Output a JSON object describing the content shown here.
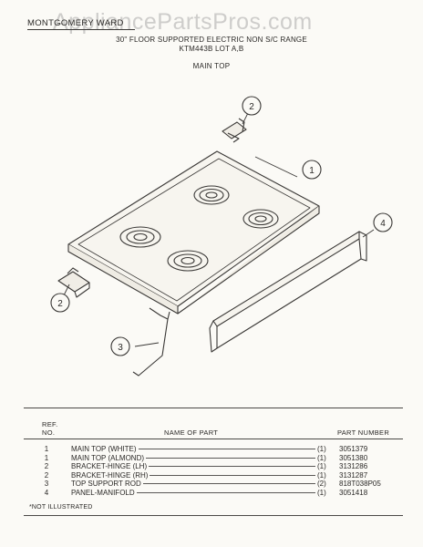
{
  "watermark": "AppliancePartsPros.com",
  "header": {
    "brand": "MONTGOMERY WARD",
    "title_line1": "30\" FLOOR SUPPORTED ELECTRIC NON S/C RANGE",
    "title_line2": "KTM443B LOT A,B",
    "section": "MAIN TOP"
  },
  "diagram": {
    "callouts": [
      "1",
      "2",
      "2",
      "3",
      "4"
    ]
  },
  "parts_table": {
    "ref_header_line1": "REF.",
    "ref_header_line2": "NO.",
    "name_header": "NAME OF PART",
    "part_header": "PART NUMBER",
    "rows": [
      {
        "ref": "1",
        "name": "MAIN TOP (WHITE)",
        "qty": "(1)",
        "part": "3051379"
      },
      {
        "ref": "1",
        "name": "MAIN TOP (ALMOND)",
        "qty": "(1)",
        "part": "3051380"
      },
      {
        "ref": "2",
        "name": "BRACKET-HINGE (LH)",
        "qty": "(1)",
        "part": "3131286"
      },
      {
        "ref": "2",
        "name": "BRACKET-HINGE (RH)",
        "qty": "(1)",
        "part": "3131287"
      },
      {
        "ref": "3",
        "name": "TOP SUPPORT ROD",
        "qty": "(2)",
        "part": "818T038P05"
      },
      {
        "ref": "4",
        "name": "PANEL-MANIFOLD",
        "qty": "(1)",
        "part": "3051418"
      }
    ]
  },
  "footnote": "*NOT ILLUSTRATED"
}
